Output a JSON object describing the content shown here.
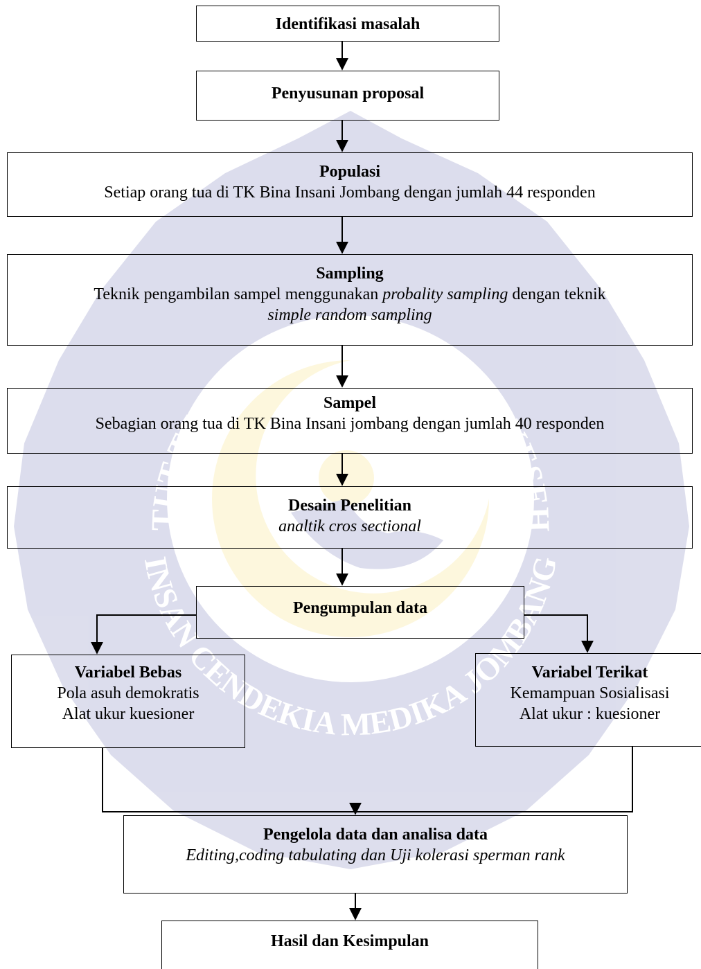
{
  "steps": {
    "identifikasi": {
      "title": "Identifikasi masalah"
    },
    "proposal": {
      "title": "Penyusunan proposal"
    },
    "populasi": {
      "title": "Populasi",
      "desc": "Setiap orang tua di TK Bina Insani Jombang  dengan jumlah 44 responden"
    },
    "sampling": {
      "title": "Sampling",
      "desc_prefix": "Teknik pengambilan sampel menggunakan ",
      "desc_italic": "probality sampling",
      "desc_suffix": " dengan teknik",
      "desc_line2": "simple random sampling"
    },
    "sampel": {
      "title": "Sampel",
      "desc": "Sebagian orang tua di TK Bina Insani jombang  dengan jumlah 40 responden"
    },
    "desain": {
      "title": "Desain Penelitian",
      "desc": "analtik cros sectional"
    },
    "pengumpulan": {
      "title": "Pengumpulan data"
    },
    "variabel_bebas": {
      "title": "Variabel Bebas",
      "line1": "Pola asuh demokratis",
      "line2": "Alat ukur kuesioner"
    },
    "variabel_terikat": {
      "title": "Variabel Terikat",
      "line1": "Kemampuan Sosialisasi",
      "line2": "Alat ukur : kuesioner"
    },
    "pengelola": {
      "title": "Pengelola data dan analisa data",
      "desc": "Editing,coding tabulating dan Uji kolerasi sperman rank"
    },
    "hasil": {
      "title": "Hasil dan Kesimpulan"
    }
  },
  "watermark": {
    "top_arc": "INSTITUT TEKNOLOGI SAINS DAN KESEHATAN",
    "bottom_arc": "INSAN CENDEKIA MEDIKA JOMBANG",
    "colors": {
      "ring": "#2e3192",
      "crescent": "#f5d033",
      "text": "#ffffff"
    }
  }
}
